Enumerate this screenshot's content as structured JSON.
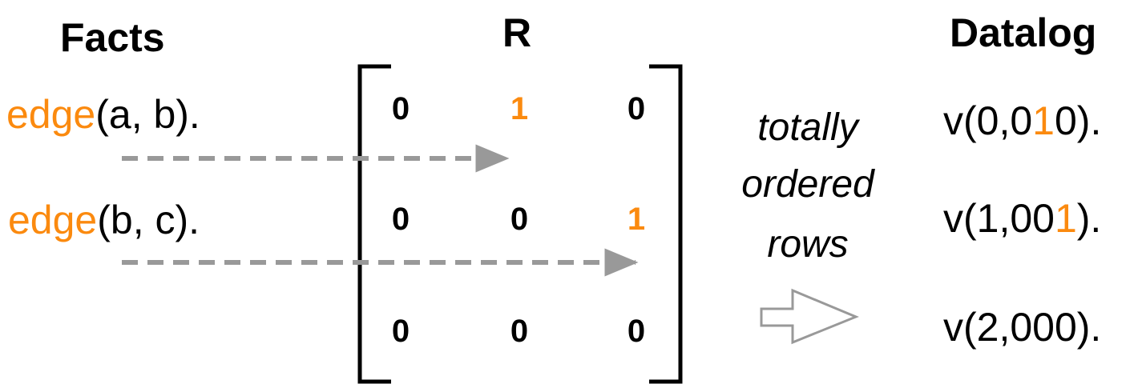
{
  "headings": {
    "facts": "Facts",
    "matrix": "R",
    "datalog": "Datalog"
  },
  "facts": [
    {
      "predicate": "edge",
      "args": "(a, b)."
    },
    {
      "predicate": "edge",
      "args": "(b, c)."
    }
  ],
  "matrix": {
    "rows": [
      [
        "0",
        "1",
        "0"
      ],
      [
        "0",
        "0",
        "1"
      ],
      [
        "0",
        "0",
        "0"
      ]
    ],
    "highlighted": [
      [
        0,
        1
      ],
      [
        1,
        2
      ]
    ]
  },
  "transform_label": [
    "totally",
    "ordered",
    "rows"
  ],
  "datalog": [
    {
      "pre": "v(0,0",
      "hl": "1",
      "post": "0)."
    },
    {
      "pre": "v(1,00",
      "hl": "1",
      "post": ")."
    },
    {
      "pre": "v(2,000).",
      "hl": "",
      "post": ""
    }
  ],
  "colors": {
    "accent": "#fb8a0f",
    "arrow": "#999999",
    "text": "#000000"
  }
}
